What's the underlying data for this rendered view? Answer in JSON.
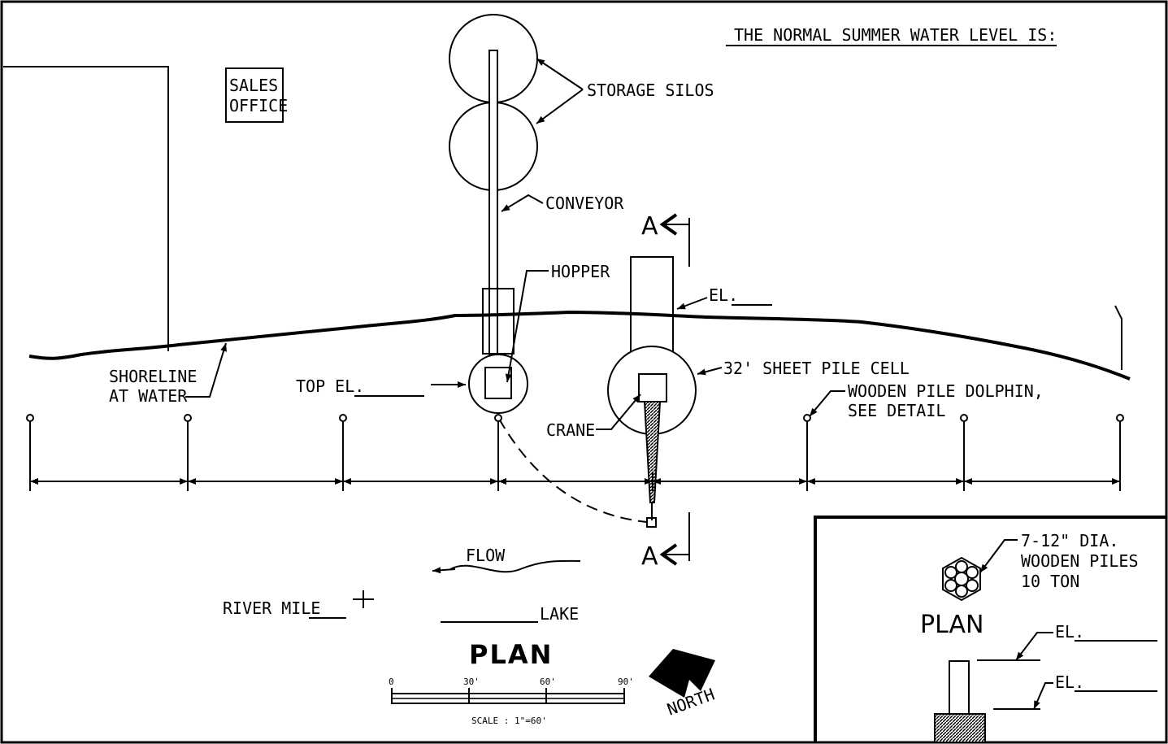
{
  "labels": {
    "summer_level": "THE NORMAL SUMMER WATER LEVEL IS:",
    "sales_office_1": "SALES",
    "sales_office_2": "OFFICE",
    "storage_silos": "STORAGE SILOS",
    "conveyor": "CONVEYOR",
    "hopper": "HOPPER",
    "el_upper": "EL.",
    "section_a_top": "A",
    "section_a_bottom": "A",
    "sheet_pile_cell": "32' SHEET PILE CELL",
    "dolphin_1": "WOODEN PILE DOLPHIN,",
    "dolphin_2": "SEE DETAIL",
    "shoreline_1": "SHORELINE",
    "shoreline_2": "AT WATER",
    "top_el": "TOP EL.",
    "crane": "CRANE",
    "flow": "FLOW",
    "river_mile": "RIVER MILE",
    "lake": "LAKE",
    "plan_title": "PLAN",
    "north": "NORTH"
  },
  "scale": {
    "ticks": [
      "0",
      "30'",
      "60'",
      "90'"
    ],
    "caption": "SCALE : 1\"=60'"
  },
  "detail": {
    "piles_1": "7-12\" DIA.",
    "piles_2": "WOODEN PILES",
    "piles_3": "10 TON",
    "plan_label": "PLAN",
    "el_1": "EL.",
    "el_2": "EL."
  }
}
